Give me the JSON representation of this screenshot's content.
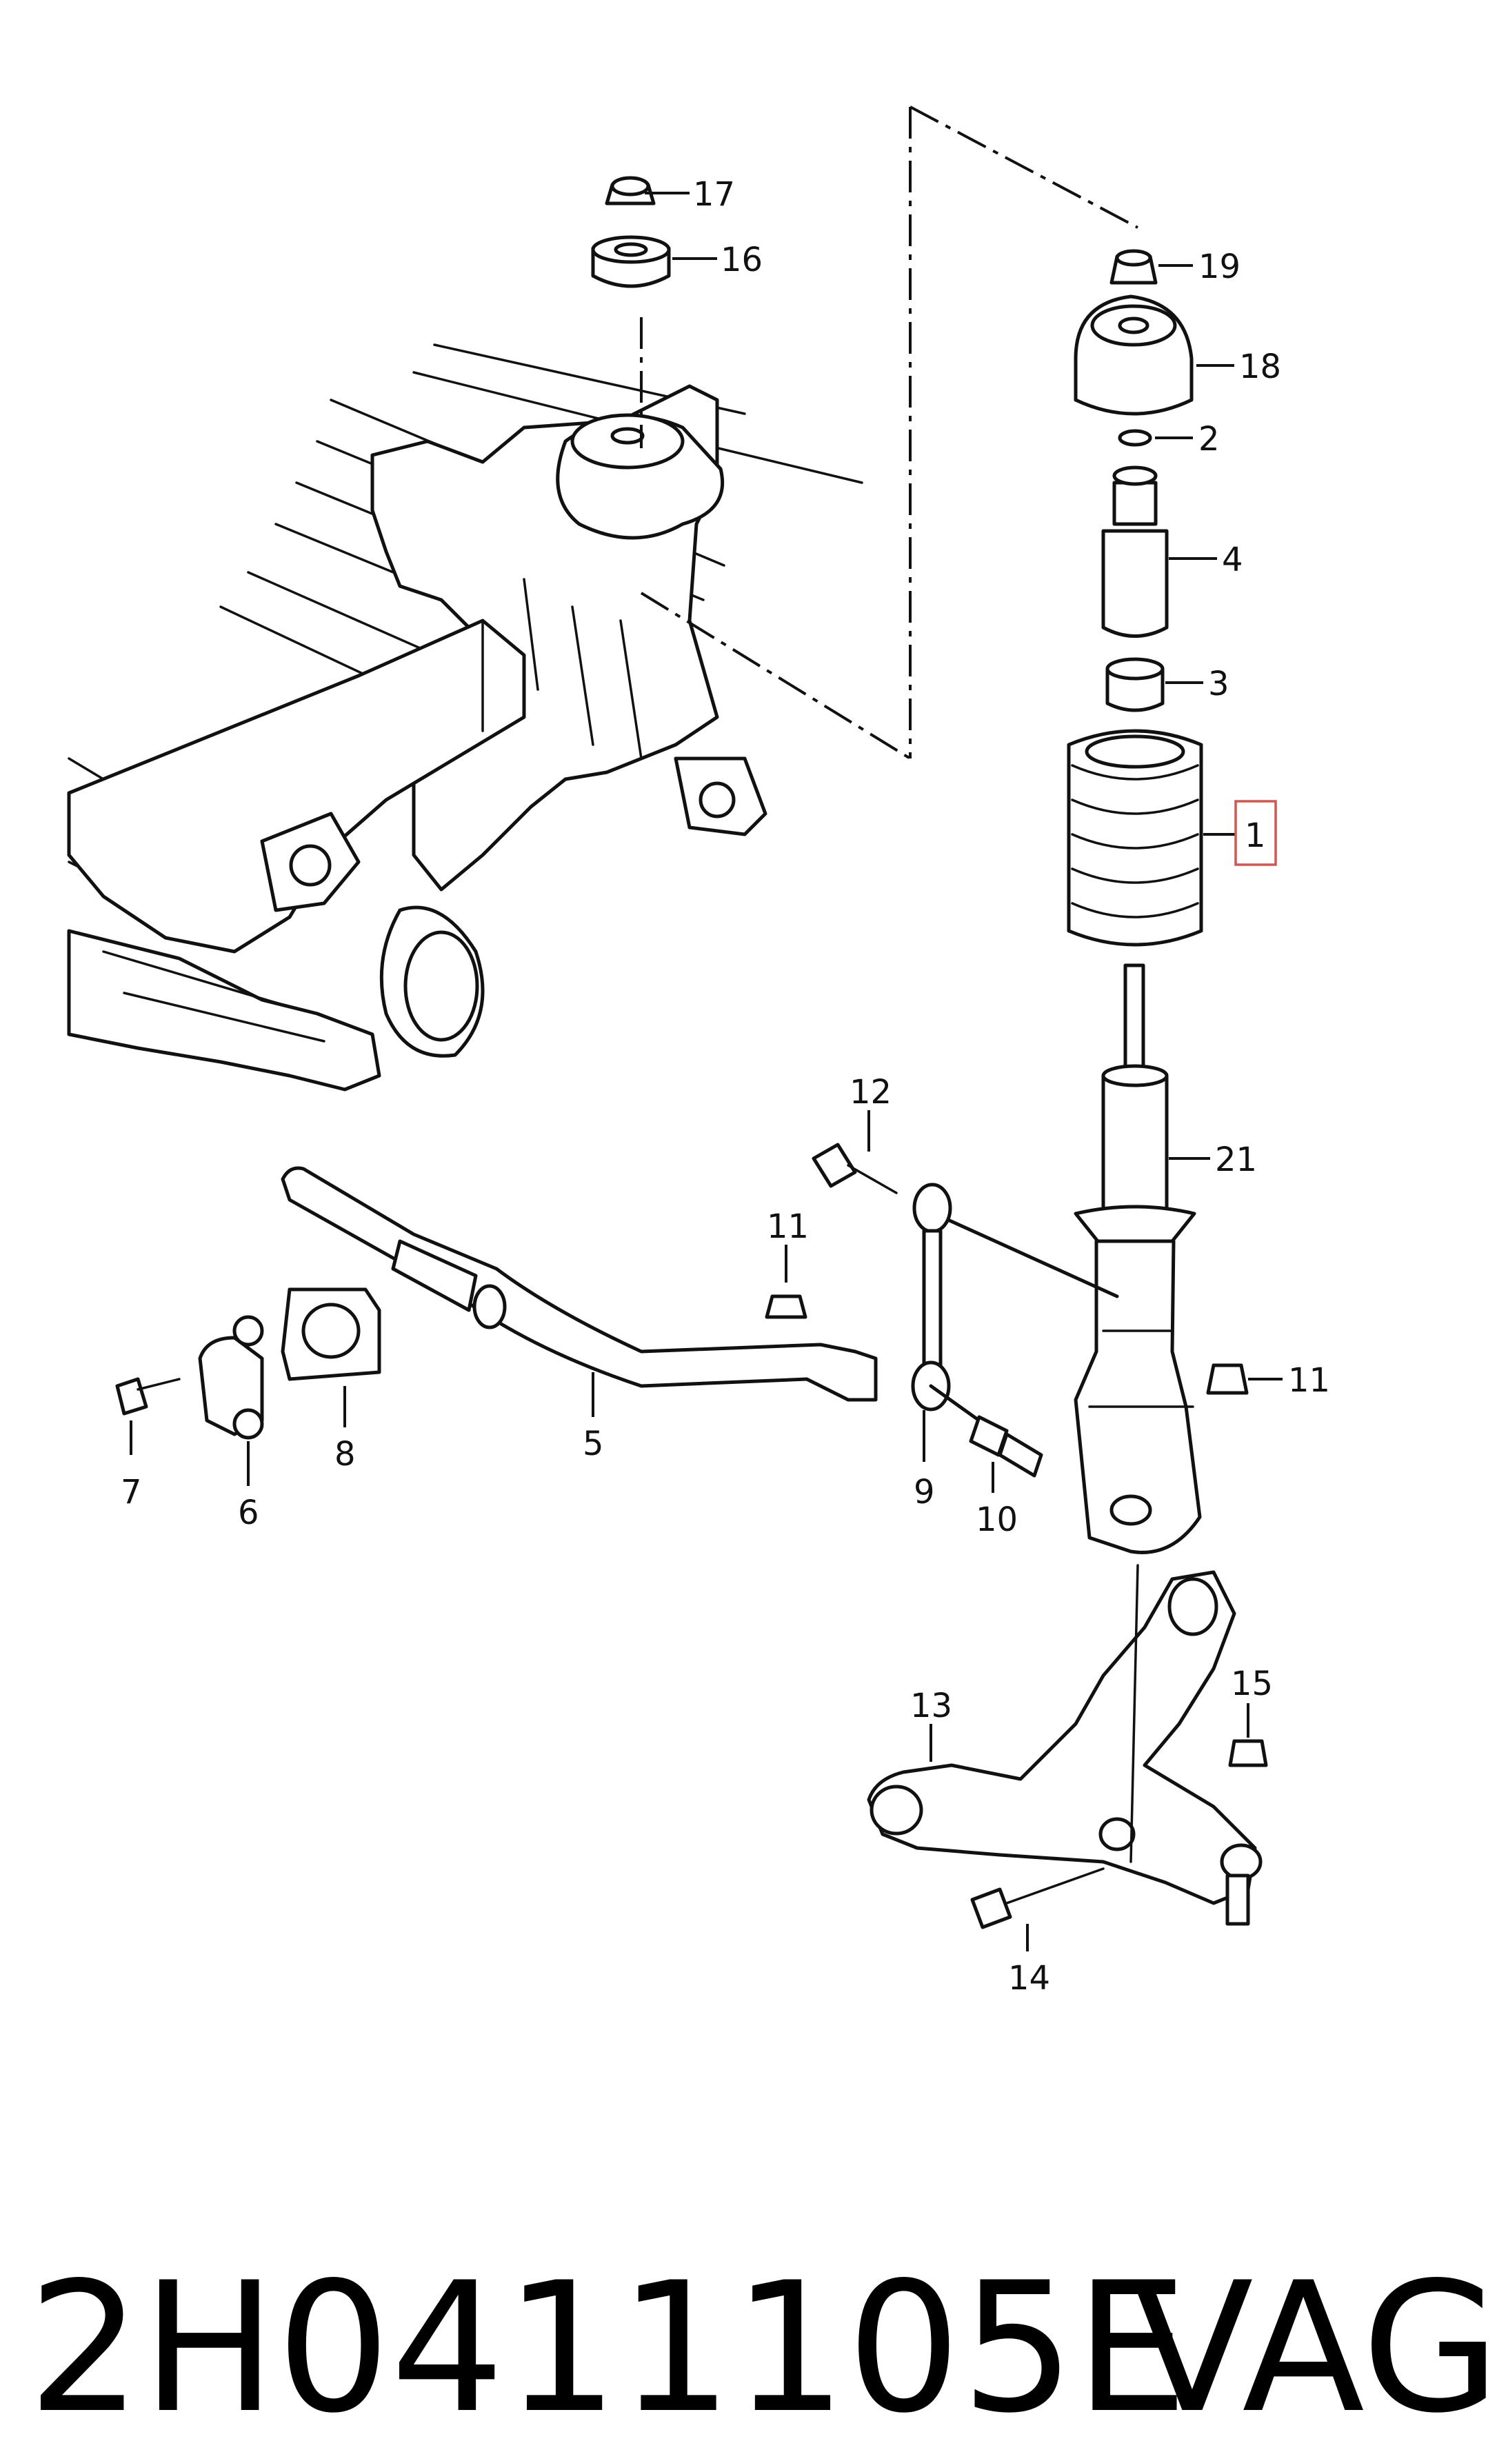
{
  "labels": {
    "n1": "1",
    "n2": "2",
    "n3": "3",
    "n4": "4",
    "n5": "5",
    "n6": "6",
    "n7": "7",
    "n8": "8",
    "n9": "9",
    "n10": "10",
    "n11a": "11",
    "n11b": "11",
    "n12": "12",
    "n13": "13",
    "n14": "14",
    "n15": "15",
    "n16": "16",
    "n17": "17",
    "n18": "18",
    "n19": "19",
    "n21": "21"
  },
  "highlight": {
    "label": "1",
    "color": "#d9534f"
  },
  "footer": {
    "part_number": "2H0411105E",
    "brand": "VAG"
  }
}
